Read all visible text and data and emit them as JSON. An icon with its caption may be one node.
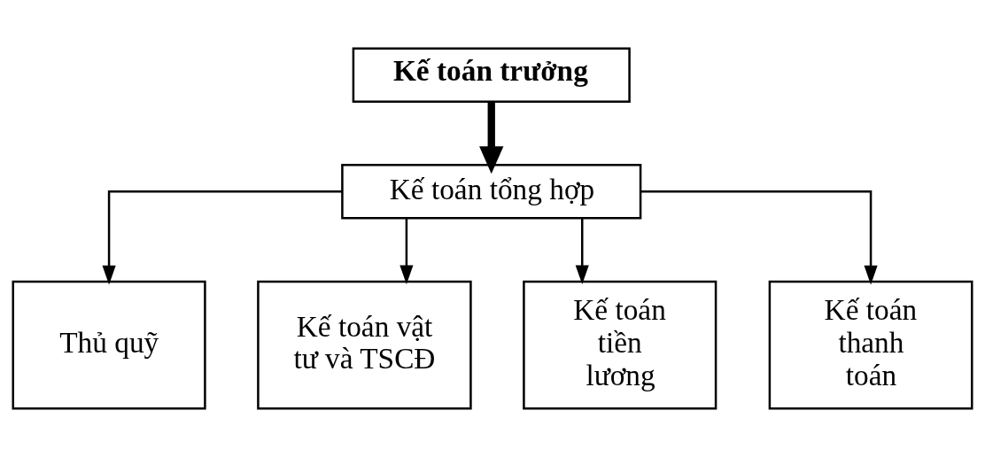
{
  "diagram": {
    "nodes": [
      {
        "text": [
          "Kế toán trưởng"
        ]
      },
      {
        "text": [
          "Kế toán tổng hợp"
        ]
      },
      {
        "text": [
          "Thủ quỹ"
        ]
      },
      {
        "text": [
          "Kế toán vật tư và TSCĐ"
        ]
      },
      {
        "text": [
          "Kế toán tiền lương"
        ]
      },
      {
        "text": [
          "Kế toán thanh toán"
        ]
      }
    ],
    "edges": [
      {
        "from": 0,
        "to": 1,
        "arrow": "to",
        "style": "thick"
      },
      {
        "from": 1,
        "to": 2,
        "arrow": "to"
      },
      {
        "from": 1,
        "to": 3,
        "arrow": "to"
      },
      {
        "from": 1,
        "to": 4,
        "arrow": "to"
      },
      {
        "from": 1,
        "to": 5,
        "arrow": "to"
      }
    ]
  }
}
